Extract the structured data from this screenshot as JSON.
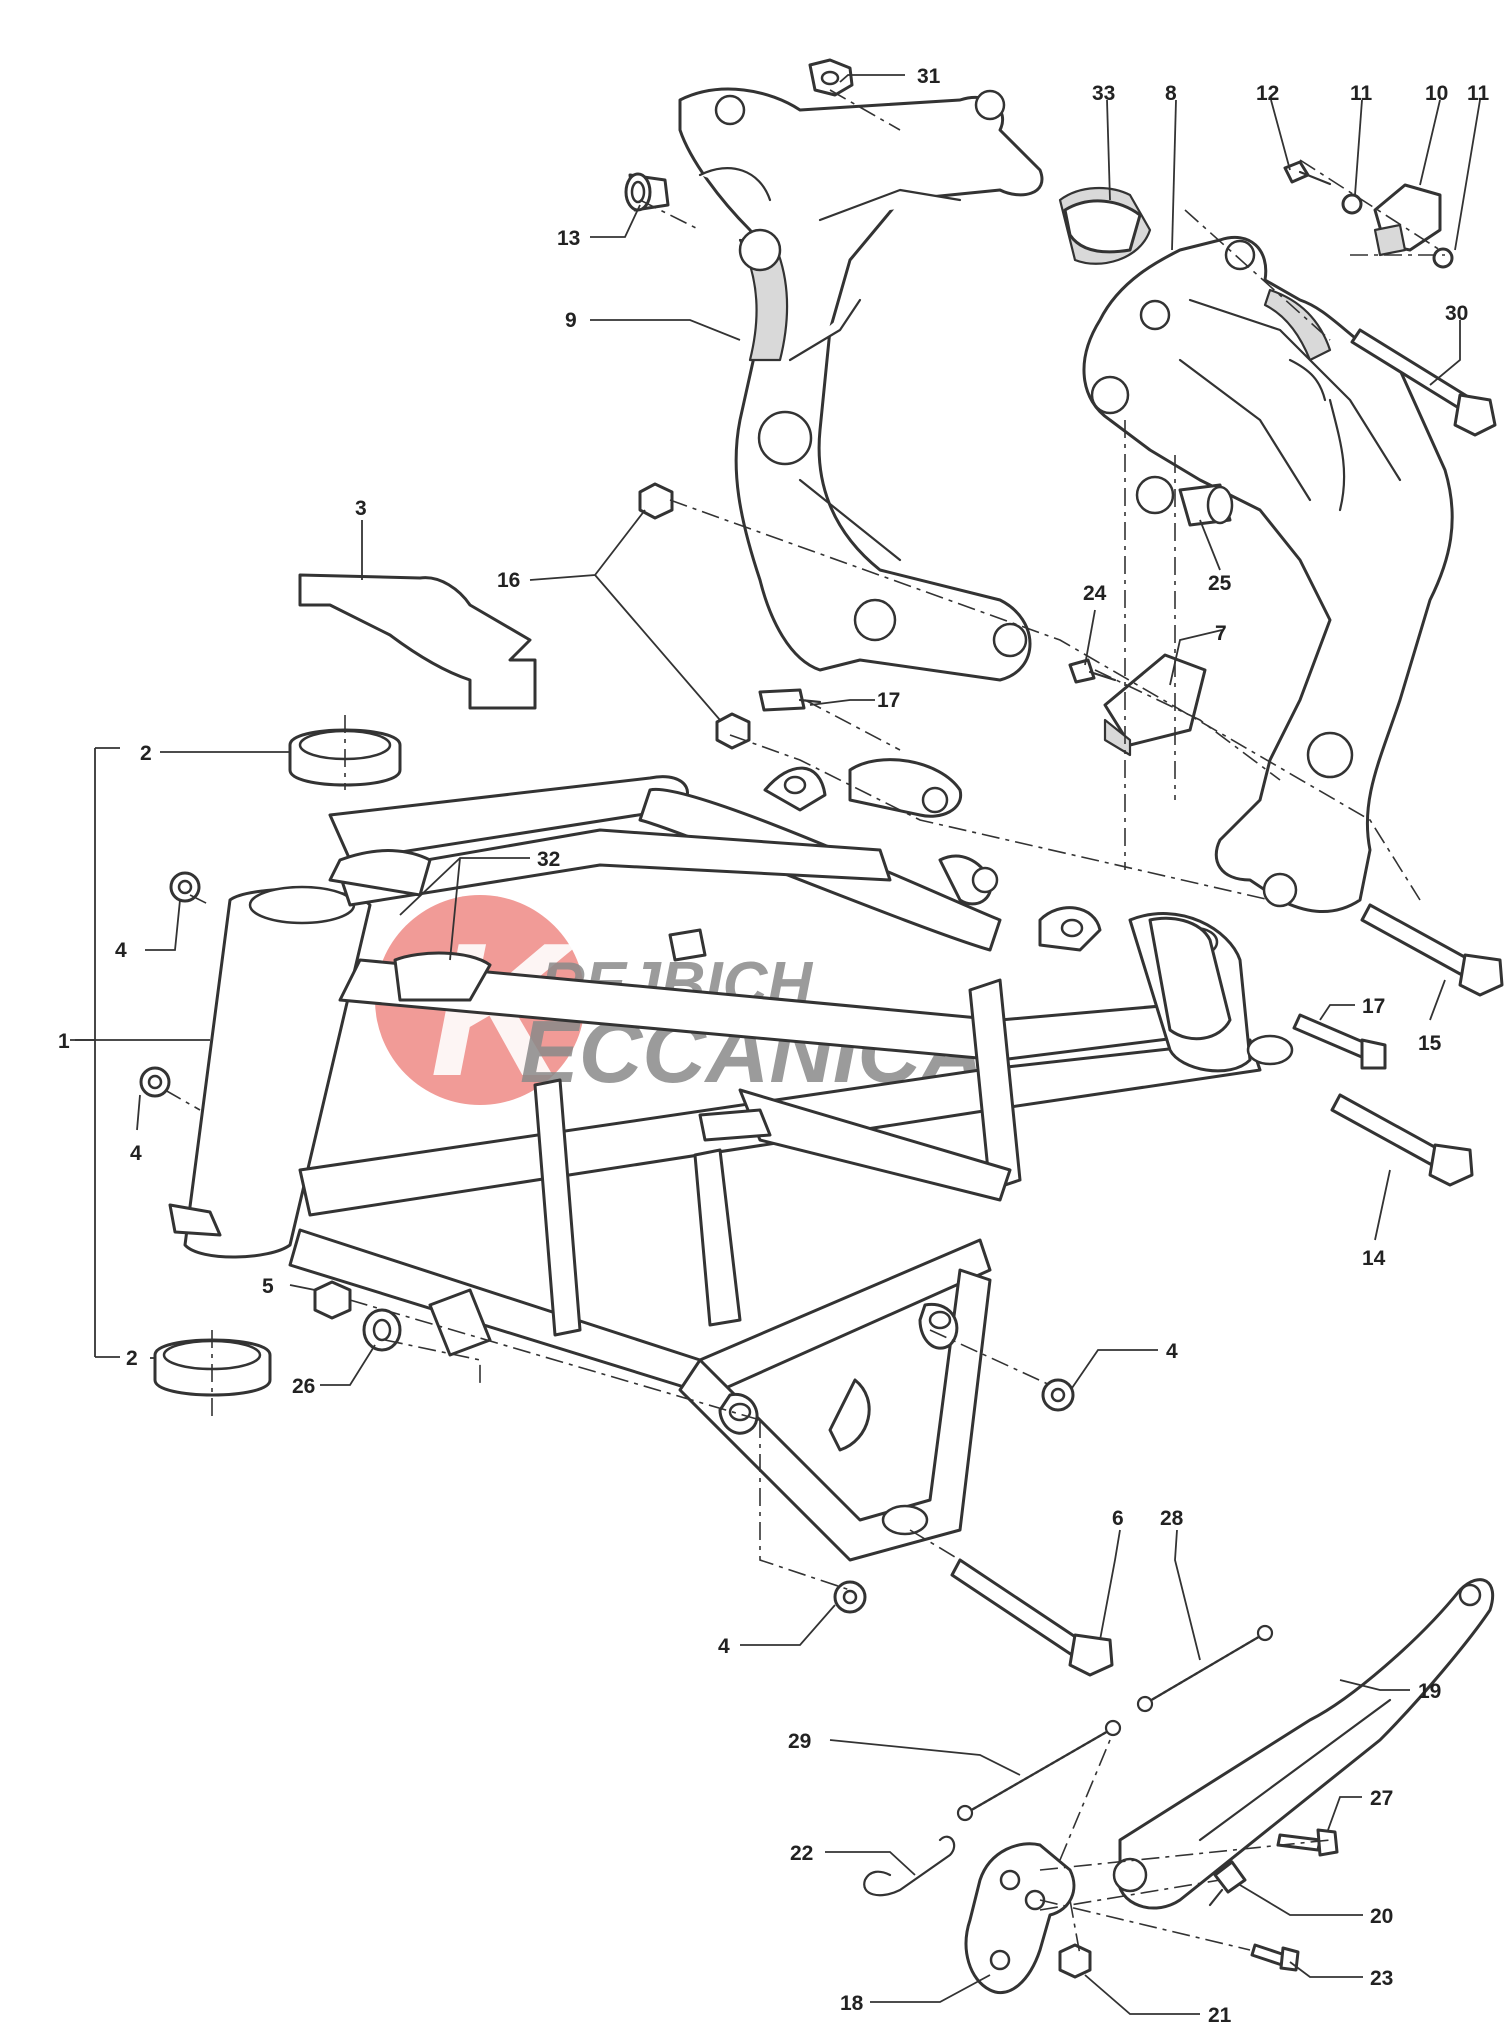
{
  "watermark": {
    "line1": "REJBICH",
    "line2": "ECCANICA",
    "logo_letter": "K",
    "colors": {
      "disc": "#ef8a85",
      "text": "#8a8a8a",
      "k_letter": "#ffffff"
    }
  },
  "callouts": {
    "c31": "31",
    "c33": "33",
    "c8": "8",
    "c12": "12",
    "c11a": "11",
    "c10": "10",
    "c11b": "11",
    "c13": "13",
    "c9": "9",
    "c30": "30",
    "c3": "3",
    "c16": "16",
    "c24": "24",
    "c25": "25",
    "c7": "7",
    "c17a": "17",
    "c2a": "2",
    "c32": "32",
    "c4a": "4",
    "c1": "1",
    "c17b": "17",
    "c15": "15",
    "c4b": "4",
    "c14": "14",
    "c5": "5",
    "c26": "26",
    "c2b": "2",
    "c4c": "4",
    "c6": "6",
    "c28": "28",
    "c4d": "4",
    "c19": "19",
    "c29": "29",
    "c27": "27",
    "c22": "22",
    "c20": "20",
    "c23": "23",
    "c18": "18",
    "c21": "21"
  },
  "colors": {
    "line": "#333333",
    "shading": "#d9d9d9",
    "background": "#ffffff"
  }
}
